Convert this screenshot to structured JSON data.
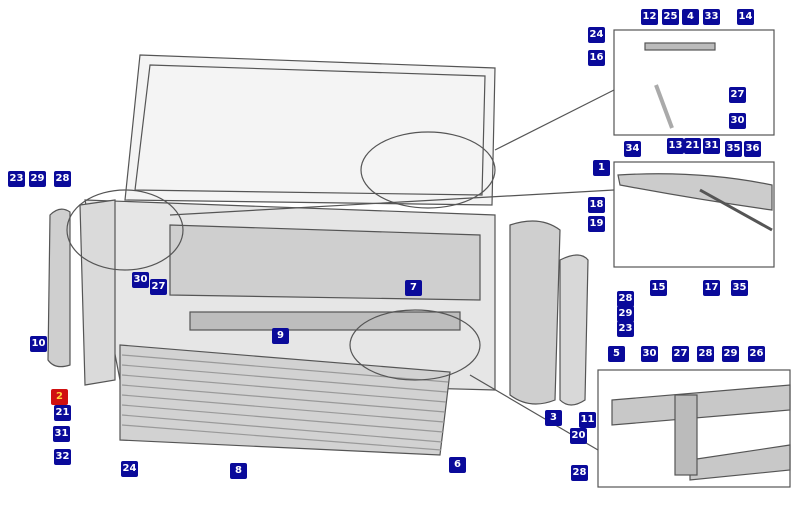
{
  "diagram": {
    "labels": [
      "12",
      "25",
      "4",
      "33",
      "14",
      "24",
      "16",
      "27",
      "30",
      "13",
      "21",
      "31",
      "34",
      "35",
      "36",
      "1",
      "18",
      "19",
      "15",
      "17",
      "35",
      "23",
      "29",
      "28",
      "10",
      "2",
      "21",
      "31",
      "32",
      "24",
      "30",
      "27",
      "7",
      "9",
      "8",
      "6",
      "3",
      "11",
      "20",
      "28",
      "29",
      "23",
      "5",
      "30",
      "27",
      "28",
      "29",
      "26",
      "28"
    ],
    "highlighted_label": "2",
    "colors": {
      "badge": "#0a0a9a",
      "highlight": "#d01010",
      "line": "#555555"
    }
  }
}
